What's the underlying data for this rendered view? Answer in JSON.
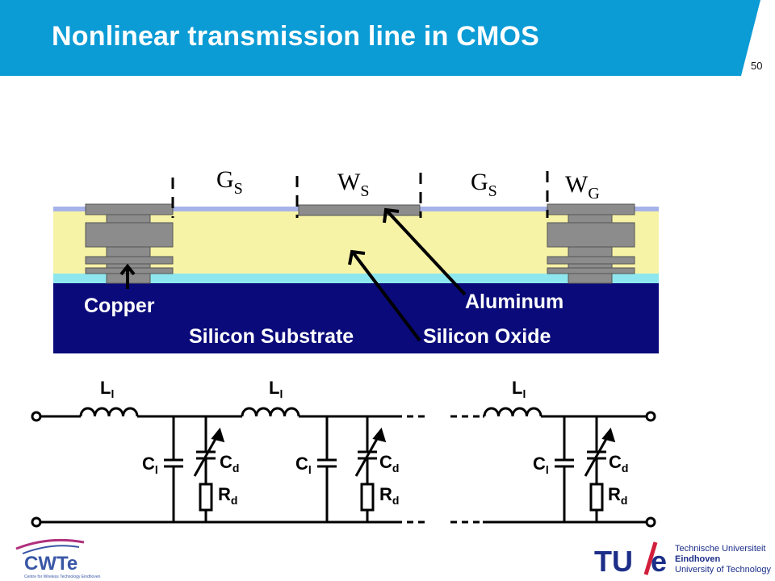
{
  "slide": {
    "title": "Nonlinear transmission line in CMOS",
    "page_number": "50"
  },
  "cross_section": {
    "dimension_labels": {
      "gs": "G",
      "gs_sub": "S",
      "ws": "W",
      "ws_sub": "S",
      "wg": "W",
      "wg_sub": "G"
    },
    "layer_labels": {
      "copper": "Copper",
      "aluminum": "Aluminum",
      "silicon_substrate": "Silicon Substrate",
      "silicon_oxide": "Silicon Oxide"
    }
  },
  "circuit": {
    "inductor_label": "L",
    "inductor_sub": "l",
    "capacitor_label": "C",
    "capacitor_sub": "l",
    "varactor_label": "C",
    "varactor_sub": "d",
    "resistor_label": "R",
    "resistor_sub": "d"
  },
  "logos": {
    "cwte": "CWTe",
    "cwte_tagline": "Centre for Wireless Technology Eindhoven",
    "tue": "TU/e",
    "tue_line1": "Technische Universiteit",
    "tue_line2": "Eindhoven",
    "tue_line3": "University of Technology"
  },
  "colors": {
    "title_bar": "#0b9bd5",
    "substrate": "#0a0a7a",
    "oxide": "#f7f3a6",
    "metal": "#8c8c8c",
    "passivation": "#a7b3e8",
    "etch_stop": "#8ee6ee",
    "tue_blue": "#1c2e88",
    "tue_red": "#d11f3c",
    "cwte_blue": "#3a57a6",
    "cwte_magenta": "#b0307c"
  }
}
